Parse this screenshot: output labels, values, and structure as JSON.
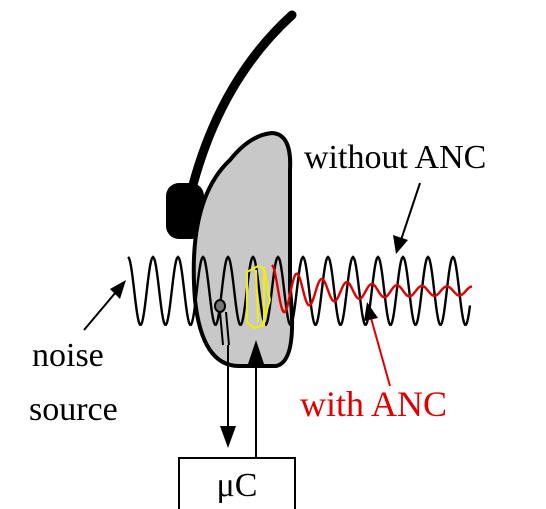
{
  "labels": {
    "without_anc": "without ANC",
    "with_anc": "with ANC",
    "noise_line1": "noise",
    "noise_line2": "source",
    "controller": "μC"
  },
  "colors": {
    "ink": "#000000",
    "anc": "#e00000",
    "headphone_body": "#c8c8c8",
    "speaker": "#f2f000",
    "background": "#ffffff"
  }
}
